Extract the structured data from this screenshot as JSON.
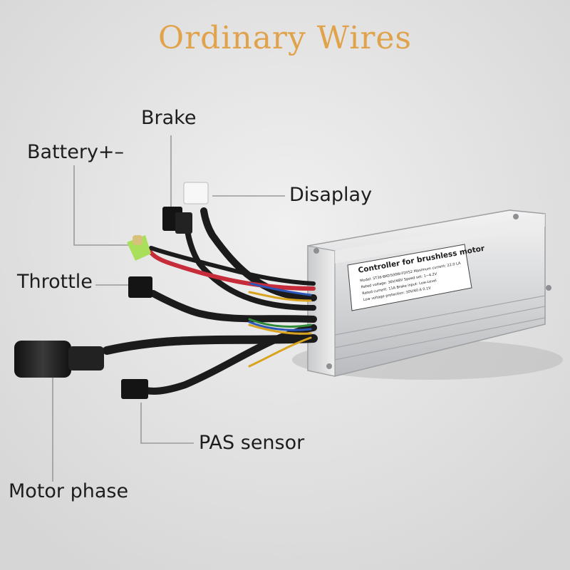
{
  "title": "Ordinary Wires",
  "labels": {
    "brake": "Brake",
    "battery": "Battery+–",
    "display": "Disaplay",
    "throttle": "Throttle",
    "pas": "PAS sensor",
    "motor": "Motor phase"
  },
  "controller_label": {
    "heading": "Controller for brushless motor",
    "line1": "Model: ST36-BKD500W-FDYS2   Maximum current: 22.0 LA",
    "line2": "Rated voltage: 36V/48V        Speed set: 1~4.2V",
    "line3": "Rated current: 11A            Brake input: Low-Level",
    "line4": "Low voltage protection: 30V/40.6 0.1V"
  },
  "colors": {
    "title": "#e0a24a",
    "background": "#e8e8e8",
    "callout_line": "#9a9a9a"
  }
}
